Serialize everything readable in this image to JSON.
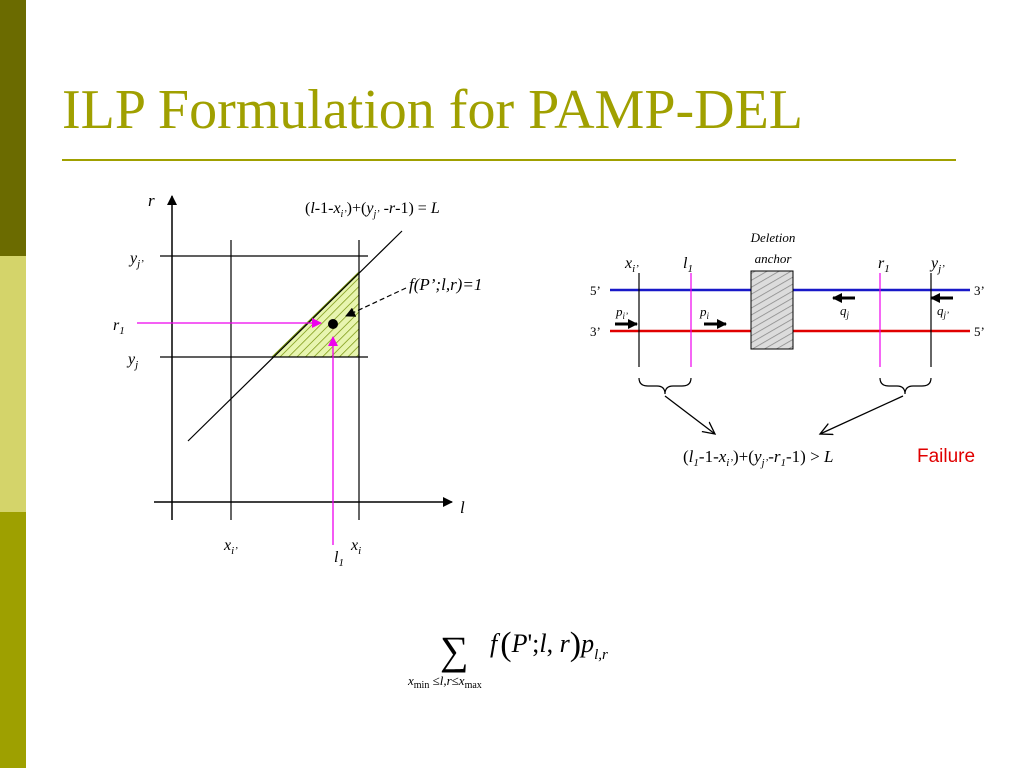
{
  "slide": {
    "title": "ILP Formulation for PAMP-DEL"
  },
  "colors": {
    "title": "#a0a000",
    "bar_dark": "#6b6b00",
    "bar_light": "#d4d46a",
    "bar_mid": "#9ea000",
    "failure": "#e00000",
    "pink": "#ee00ee",
    "strand_top": "#1818c8",
    "strand_bottom": "#e00000"
  },
  "left_plot": {
    "axis_r": "r",
    "axis_l": "l",
    "y_j_prime": "y",
    "y_j_prime_sub": "j’",
    "r1": "r",
    "r1_sub": "1",
    "y_j": "y",
    "y_j_sub": "j",
    "x_i_prime": "x",
    "x_i_prime_sub": "i’",
    "x_i": "x",
    "x_i_sub": "i",
    "l1": "l",
    "l1_sub": "1",
    "line_eq": {
      "p1": "(",
      "l": "l",
      "p2": "-1-",
      "x": "x",
      "x_sub": "i’",
      "p3": ")+(",
      "y": "y",
      "y_sub": "j’",
      "p4": " -",
      "r": "r",
      "p5": "-1) = ",
      "L": "L"
    },
    "f_label": "f(P’;l,r)=1"
  },
  "right_diagram": {
    "deletion": "Deletion",
    "anchor": "anchor",
    "x_i_prime": "x",
    "x_i_prime_sub": "i’",
    "l1": "l",
    "l1_sub": "1",
    "r1": "r",
    "r1_sub": "1",
    "y_j_prime": "y",
    "y_j_prime_sub": "j’",
    "five_left": "5’",
    "three_right": "3’",
    "three_left": "3’",
    "five_right": "5’",
    "p_i_prime": "p",
    "p_i_prime_sub": "i’",
    "p_i": "p",
    "p_i_sub": "i",
    "q_j": "q",
    "q_j_sub": "j",
    "q_j_prime": "q",
    "q_j_prime_sub": "j’",
    "cond": {
      "p1": "(",
      "l": "l",
      "l_sub": "1",
      "p2": "-1-",
      "x": "x",
      "x_sub": "i’",
      "p3": ")+(",
      "y": "y",
      "y_sub": "j’",
      "p4": "-",
      "r": "r",
      "r_sub": "1",
      "p5": "-1) > ",
      "L": "L"
    },
    "failure": "Failure"
  },
  "formula": {
    "sigma": "∑",
    "f": "f",
    "lparen": "(",
    "P": "P",
    "prime_semi": "';",
    "l": "l",
    "comma": ", ",
    "r": "r",
    "rparen": ")",
    "p": "p",
    "p_sub": "l,r",
    "lim_x": "x",
    "lim_min": "min",
    "lim_mid": " ≤l,r≤x",
    "lim_max": "max"
  }
}
